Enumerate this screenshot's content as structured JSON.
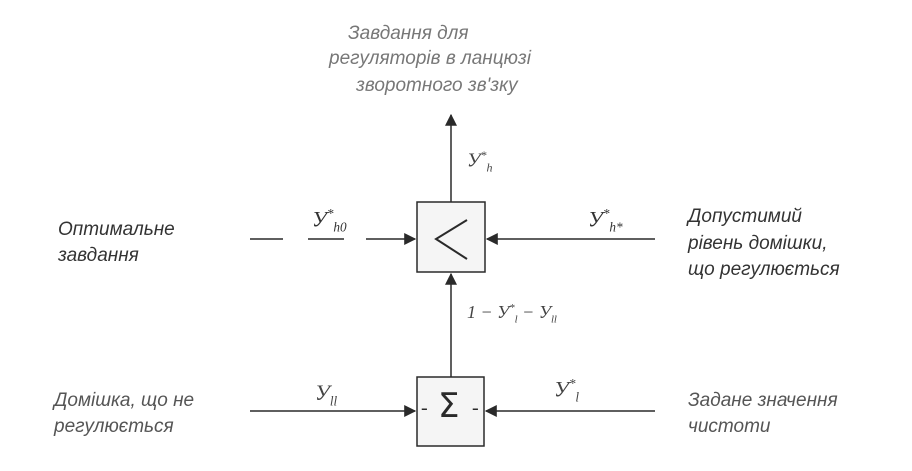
{
  "labels": {
    "top": [
      "Завдання для",
      "регуляторів в ланцюзі",
      "зворотного зв'зку"
    ],
    "left_optimal": [
      "Оптимальне",
      "завдання"
    ],
    "right_allowed": [
      "Допустимий",
      "рівень домішки,",
      "що регулюється"
    ],
    "left_impurity": [
      "Домішка, що не",
      "регулюється"
    ],
    "right_setpoint": [
      "Задане значення",
      "чистоти"
    ]
  },
  "symbols": {
    "out": {
      "base": "У",
      "sup": "*",
      "sub": "h"
    },
    "opt": {
      "base": "У",
      "sup": "*",
      "sub": "h0"
    },
    "allowed": {
      "base": "У",
      "sup": "*",
      "sub": "h*"
    },
    "mid": {
      "prefix": "1 − У",
      "sup": "*",
      "sub": "l",
      "mid": " − У",
      "sub2": "ll"
    },
    "impurity": {
      "base": "У",
      "sub": "ll"
    },
    "setpoint": {
      "base": "У",
      "sup": "*",
      "sub": "l"
    }
  },
  "blocks": {
    "selector_symbol": "<",
    "sum_symbol": "Σ",
    "sum_left_sign": "-",
    "sum_right_sign": "-"
  },
  "colors": {
    "text_top": "#777777",
    "text_side": "#333333",
    "lines": "#2a2a2a",
    "block_fill": "#f5f5f5"
  }
}
